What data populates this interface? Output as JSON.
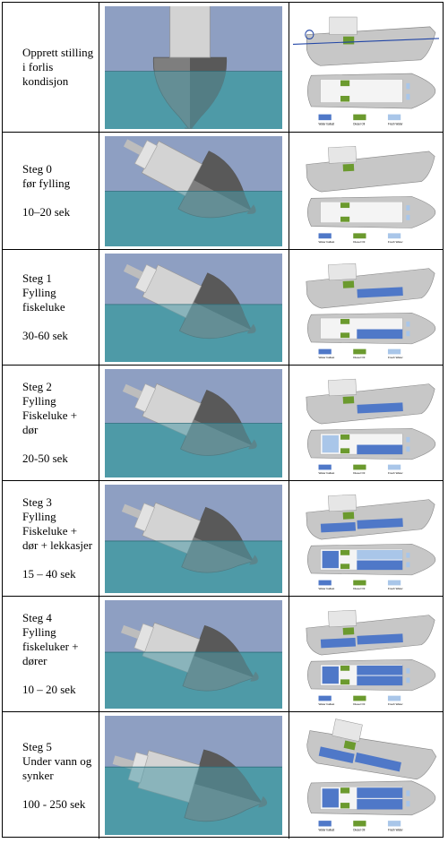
{
  "legend": {
    "water_ballast": "Water ballast",
    "diesel_oil": "Diesel Oil",
    "fresh_water": "Fresh Water"
  },
  "colors": {
    "sky": "#8e9fc2",
    "sea": "#4f9aa7",
    "water_ballast": "#4f78c8",
    "diesel_oil": "#6b9a2e",
    "fresh_water": "#a9c6e9",
    "hull": "#c7c7c7"
  },
  "rows": [
    {
      "id": "r0",
      "lines": [
        "Opprett stilling",
        "i forlis",
        "kondisjon"
      ],
      "time": "",
      "waterline": 0.53,
      "roll": 0,
      "sink": 0
    },
    {
      "id": "r1",
      "lines": [
        "Steg 0",
        "før fylling"
      ],
      "time": "10–20 sek",
      "waterline": 0.5,
      "roll": -62,
      "sink": 0
    },
    {
      "id": "r2",
      "lines": [
        "Steg 1",
        "Fylling",
        "fiskeluke"
      ],
      "time": "30-60 sek",
      "waterline": 0.47,
      "roll": -64,
      "sink": 0.05
    },
    {
      "id": "r3",
      "lines": [
        "Steg 2",
        "Fylling",
        "Fiskeluke +",
        "dør"
      ],
      "time": "20-50 sek",
      "waterline": 0.5,
      "roll": -66,
      "sink": 0.07
    },
    {
      "id": "r4",
      "lines": [
        "Steg 3",
        "Fylling",
        "Fiskeluke +",
        "dør + lekkasjer"
      ],
      "time": "15 – 40 sek",
      "waterline": 0.52,
      "roll": -68,
      "sink": 0.09
    },
    {
      "id": "r5",
      "lines": [
        "Steg 4",
        "Fylling",
        "fiskeluker +",
        "dører"
      ],
      "time": "10 – 20 sek",
      "waterline": 0.48,
      "roll": -70,
      "sink": 0.12
    },
    {
      "id": "r6",
      "lines": [
        "Steg 5",
        "Under vann og",
        "synker"
      ],
      "time": "100 - 250 sek",
      "waterline": 0.43,
      "roll": -74,
      "sink": 0.18
    }
  ]
}
